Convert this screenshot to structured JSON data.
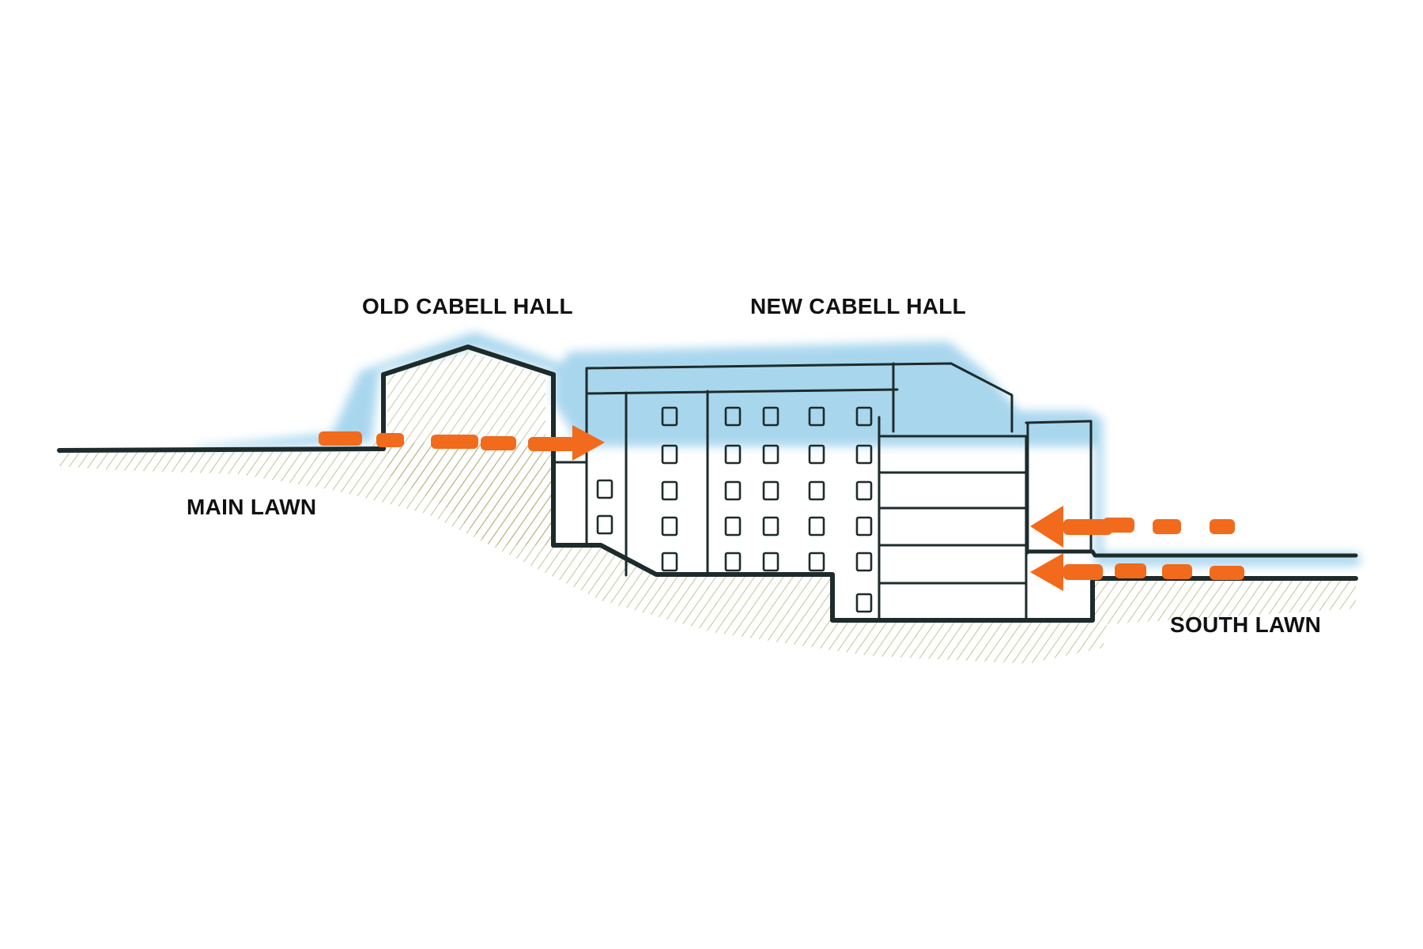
{
  "labels": {
    "old_cabell_hall": "OLD CABELL HALL",
    "new_cabell_hall": "NEW CABELL HALL",
    "main_lawn": "MAIN LAWN",
    "south_lawn": "SOUTH LAWN"
  },
  "colors": {
    "outline": "#1e2b2b",
    "sky_wash": "#8cc9e8",
    "ground_hatch": "#9a9a55",
    "circulation_arrow": "#f26a1b",
    "background": "#ffffff"
  },
  "arrows": [
    {
      "name": "circulation-arrow-upper-left",
      "direction": "right"
    },
    {
      "name": "circulation-arrow-lower-right-upper",
      "direction": "left"
    },
    {
      "name": "circulation-arrow-lower-right-lower",
      "direction": "left"
    }
  ]
}
